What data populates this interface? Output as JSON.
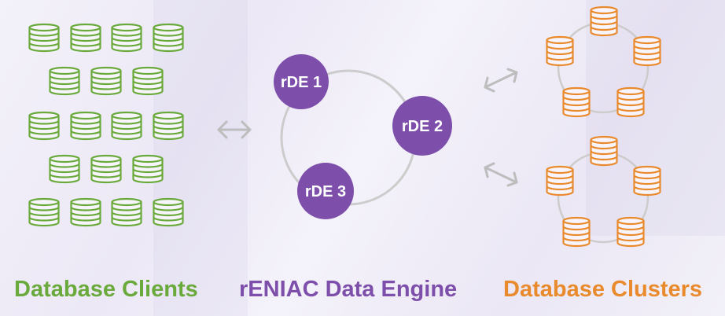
{
  "colors": {
    "clients": "#6aaa3c",
    "engine": "#7d4fab",
    "clusters": "#e98a2d",
    "ring": "#cccccc",
    "arrow": "#bdbdbd"
  },
  "labels": {
    "clients": "Database Clients",
    "engine": "rENIAC Data Engine",
    "clusters": "Database Clusters"
  },
  "engine_nodes": [
    "rDE 1",
    "rDE 2",
    "rDE 3"
  ],
  "client_db_count": 18,
  "cluster_count": 2,
  "dbs_per_cluster": 5
}
